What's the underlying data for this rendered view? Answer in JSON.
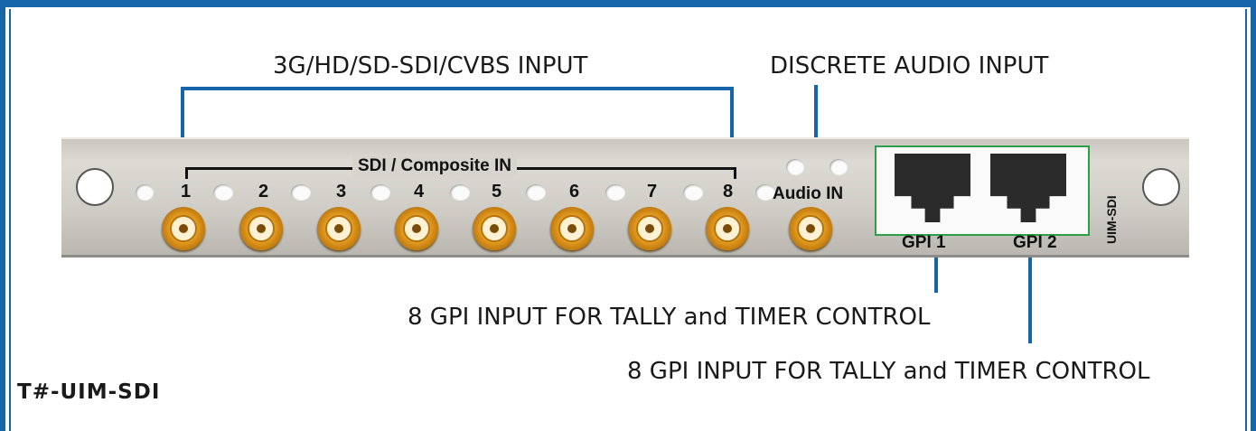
{
  "callouts": {
    "sdi_input": "3G/HD/SD-SDI/CVBS INPUT",
    "audio_input": "DISCRETE AUDIO INPUT",
    "gpi1": "8 GPI INPUT FOR TALLY and TIMER CONTROL",
    "gpi2": "8 GPI INPUT FOR TALLY and TIMER CONTROL"
  },
  "model": "T#-UIM-SDI",
  "panel": {
    "bracket_label": "SDI / Composite IN",
    "input_numbers": [
      "1",
      "2",
      "3",
      "4",
      "5",
      "6",
      "7",
      "8"
    ],
    "audio_label": "Audio IN",
    "gpi_labels": [
      "GPI 1",
      "GPI 2"
    ],
    "side_label": "UIM-SDI"
  },
  "colors": {
    "frame": "#1565a8",
    "connector": "#e39b1f",
    "gpi_border": "#2e9e4a"
  }
}
